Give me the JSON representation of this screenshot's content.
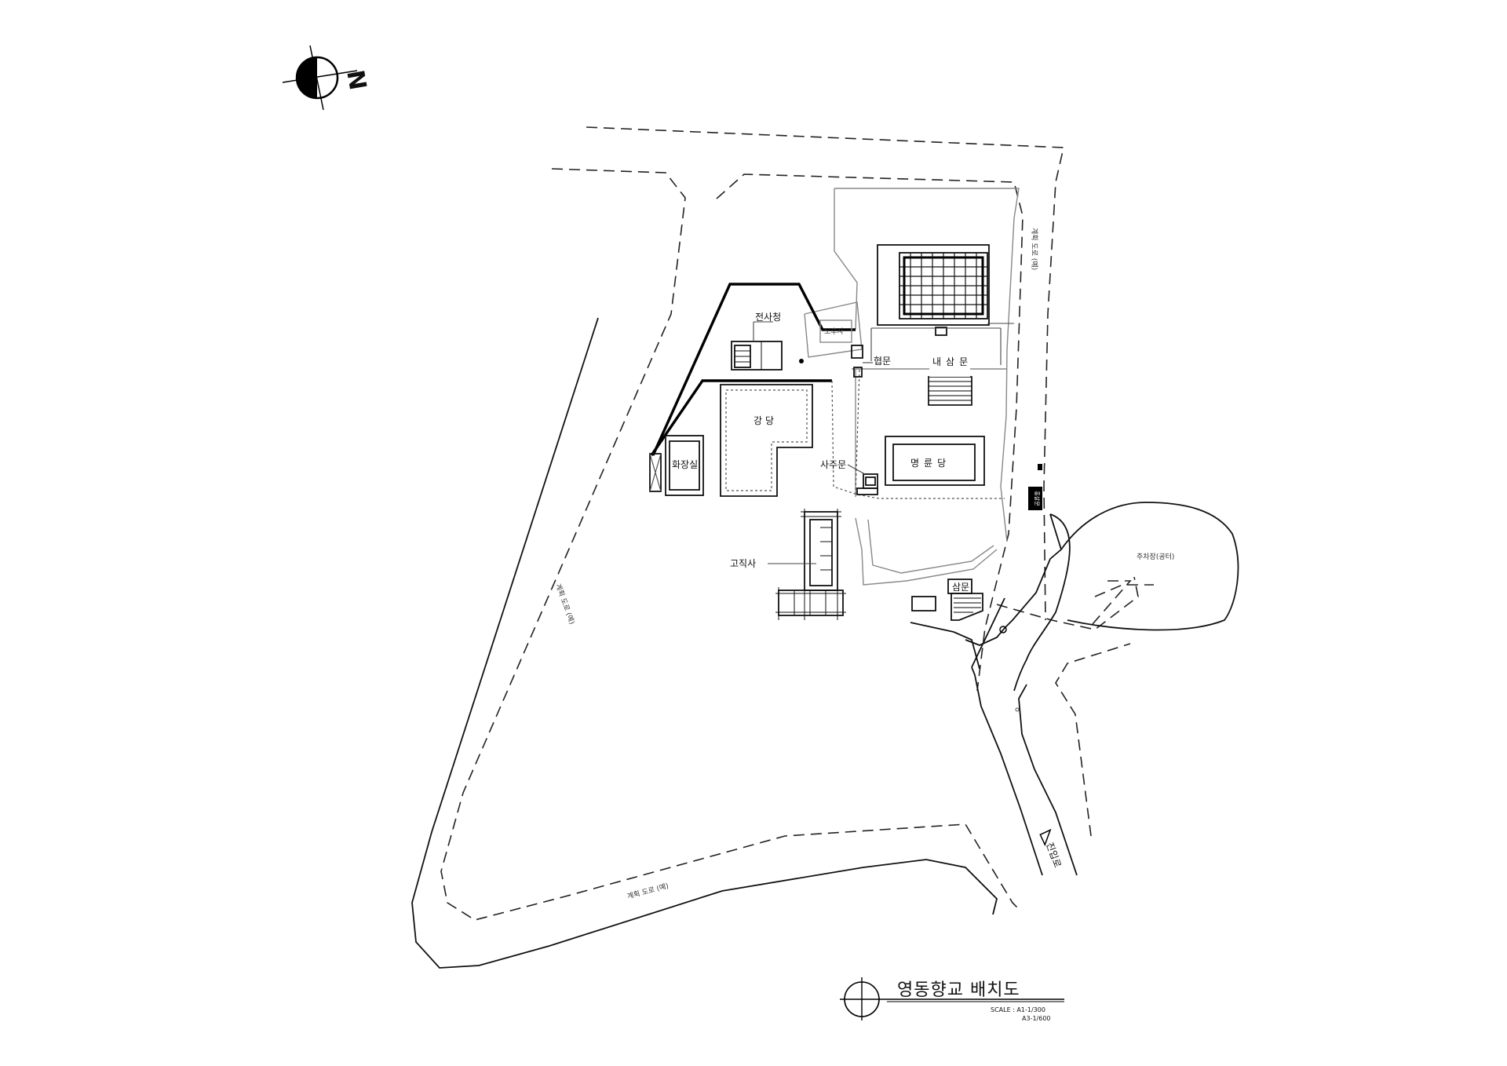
{
  "labels": {
    "jeonsacheong": "전사청",
    "nosusa": "노후사",
    "hyeopmun": "협문",
    "naesammun": "내삼문",
    "gangdang": "강당",
    "hwajangsil": "화장실",
    "samumun": "사주문",
    "myeongryundang": "명륜당",
    "gojiksa": "고직사",
    "oesammun": "삼문",
    "parking": "주차장(공터)",
    "hongsalmun": "홍살문",
    "road_east": "계획 도로 (예)",
    "road_west": "계획 도로 (예)",
    "road_south": "계획 도로 (예)",
    "entrance": "진입로",
    "north": "N"
  },
  "title": {
    "main": "영동향교 배치도",
    "scale_line1": "SCALE : A1-1/300",
    "scale_line2": "A3-1/600"
  },
  "colors": {
    "line": "#111111",
    "background": "#ffffff"
  }
}
